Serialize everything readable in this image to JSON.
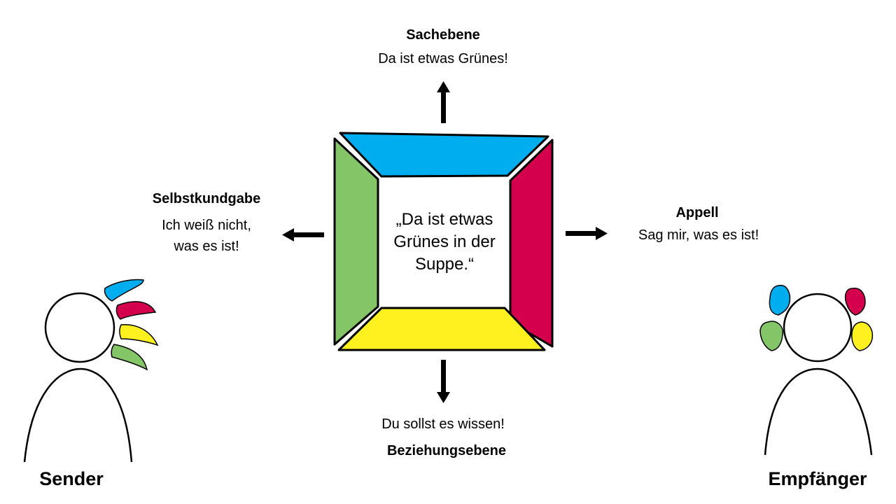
{
  "top": {
    "title": "Sachebene",
    "text": "Da ist etwas Grünes!"
  },
  "left": {
    "title": "Selbstkundgabe",
    "text1": "Ich weiß nicht,",
    "text2": "was es ist!"
  },
  "right": {
    "title": "Appell",
    "text": "Sag mir, was es ist!"
  },
  "bottom": {
    "title": "Beziehungsebene",
    "text": "Du sollst es wissen!"
  },
  "center": {
    "line1": "„Da ist etwas",
    "line2": "Grünes in der",
    "line3": "Suppe.“"
  },
  "sender": "Sender",
  "receiver": "Empfänger",
  "colors": {
    "blue": "#00aeef",
    "red": "#d4004d",
    "yellow": "#fff01f",
    "green": "#84c567"
  }
}
